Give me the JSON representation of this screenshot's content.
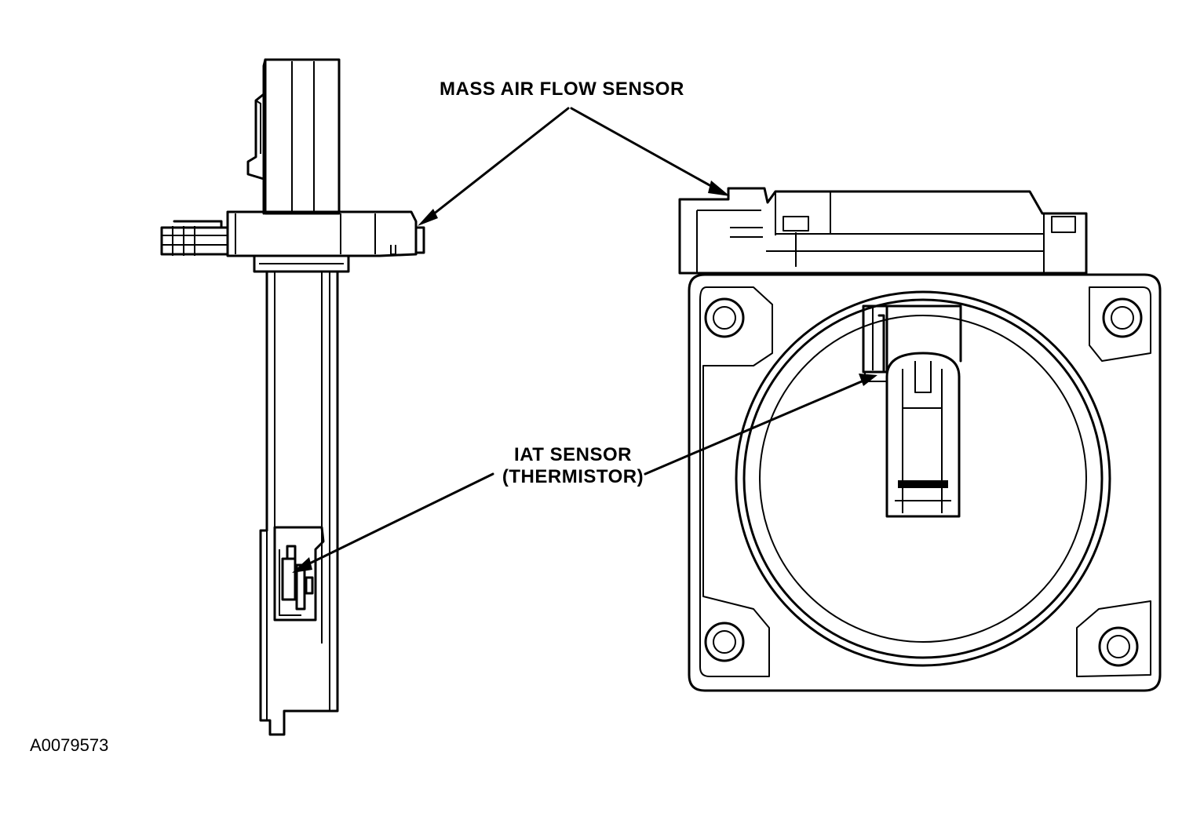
{
  "labels": {
    "mass_air_flow_sensor": "MASS AIR FLOW SENSOR",
    "iat_sensor_line1": "IAT SENSOR",
    "iat_sensor_line2": "(THERMISTOR)"
  },
  "figure_id": "A0079573",
  "colors": {
    "ink": "#000000",
    "background": "#ffffff"
  }
}
